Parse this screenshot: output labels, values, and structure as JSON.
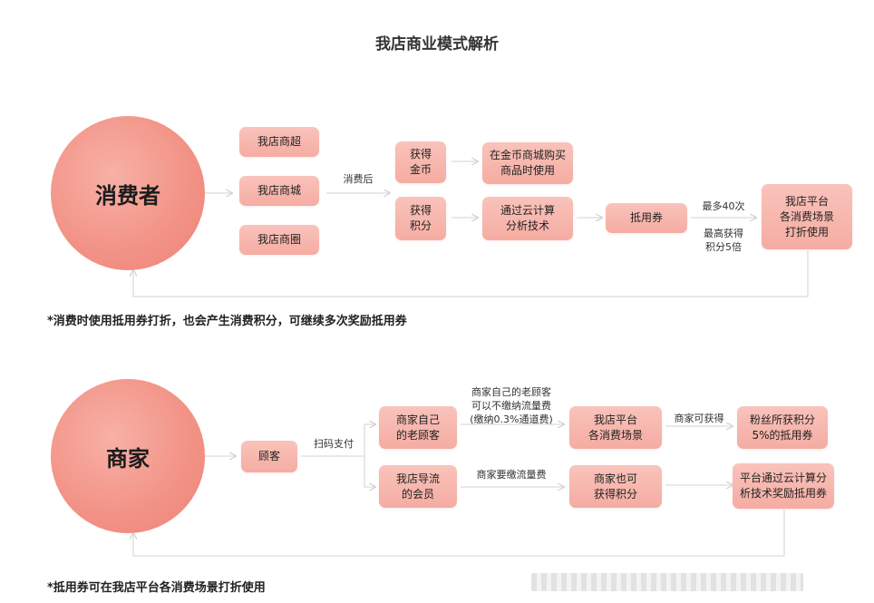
{
  "title": "我店商业模式解析",
  "consumer": {
    "circle": "消费者",
    "shops": [
      "我店商超",
      "我店商城",
      "我店商圈"
    ],
    "after_label": "消费后",
    "gold": "获得\n金币",
    "points": "获得\n积分",
    "gold_use": "在金币商城购买\n商品时使用",
    "cloud": "通过云计算\n分析技术",
    "voucher": "抵用券",
    "max_label": "最多40次",
    "top_label": "最高获得\n积分5倍",
    "platform": "我店平台\n各消费场景\n打折使用",
    "note": "*消费时使用抵用券打折，也会产生消费积分，可继续多次奖励抵用券"
  },
  "merchant": {
    "circle": "商家",
    "customer": "顾客",
    "scan_label": "扫码支付",
    "own": "商家自己\n的老顾客",
    "own_label": "商家自己的老顾客\n可以不缴纳流量费\n(缴纳0.3%通道费)",
    "guided": "我店导流\n的会员",
    "guided_label": "商家要缴流量费",
    "scene": "我店平台\n各消费场景",
    "can_get_label": "商家可获得",
    "fans": "粉丝所获积分\n5%的抵用券",
    "also": "商家也可\n获得积分",
    "reward": "平台通过云计算分\n析技术奖励抵用券",
    "note": "*抵用券可在我店平台各消费场景打折使用"
  },
  "colors": {
    "circle": "#f39488",
    "box": "#f7b6ad",
    "arrow": "#dcdcdc"
  }
}
